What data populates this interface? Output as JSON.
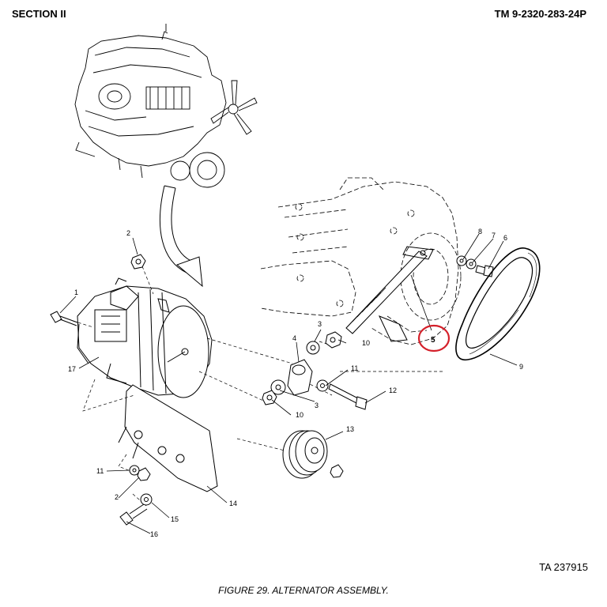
{
  "header": {
    "section": "SECTION II",
    "manual": "TM 9-2320-283-24P"
  },
  "figure": {
    "id": "TA 237915",
    "caption": "FIGURE 29.  ALTERNATOR ASSEMBLY."
  },
  "callouts": {
    "c1": "1",
    "c2a": "2",
    "c2b": "2",
    "c3a": "3",
    "c3b": "3",
    "c4": "4",
    "c5": "5",
    "c6": "6",
    "c7": "7",
    "c8": "8",
    "c9": "9",
    "c10a": "10",
    "c10b": "10",
    "c11a": "11",
    "c11b": "11",
    "c12": "12",
    "c13": "13",
    "c14": "14",
    "c15": "15",
    "c16": "16",
    "c17": "17"
  },
  "highlight_color": "#d4202a"
}
